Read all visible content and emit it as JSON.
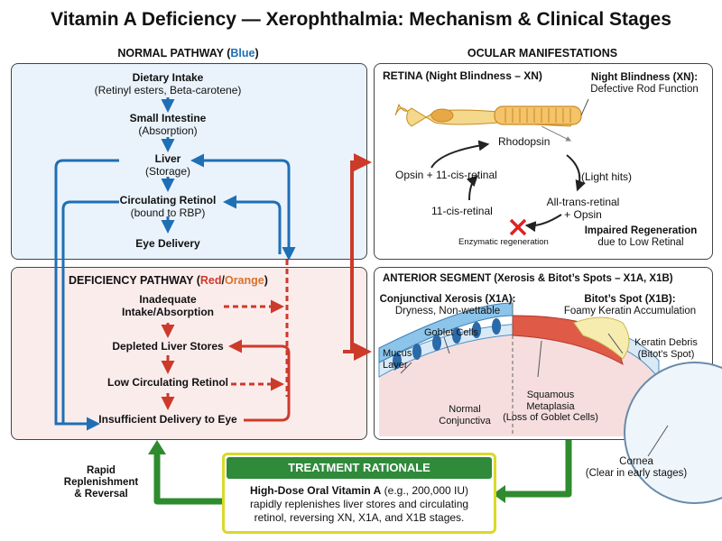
{
  "title": "Vitamin A Deficiency — Xerophthalmia: Mechanism & Clinical Stages",
  "normal": {
    "heading_prefix": "NORMAL PATHWAY (",
    "heading_color_word": "Blue",
    "heading_suffix": ")",
    "steps": [
      {
        "title": "Dietary Intake",
        "sub": "(Retinyl esters, Beta-carotene)"
      },
      {
        "title": "Small Intestine",
        "sub": "(Absorption)"
      },
      {
        "title": "Liver",
        "sub": "(Storage)"
      },
      {
        "title": "Circulating Retinol",
        "sub": "(bound to RBP)"
      },
      {
        "title": "Eye Delivery",
        "sub": ""
      }
    ]
  },
  "deficiency": {
    "heading_prefix": "DEFICIENCY PATHWAY (",
    "heading_red": "Red",
    "heading_sep": "/",
    "heading_orange": "Orange",
    "heading_suffix": ")",
    "steps": [
      {
        "line1": "Inadequate",
        "line2": "Intake/Absorption"
      },
      {
        "line1": "Depleted Liver Stores",
        "line2": ""
      },
      {
        "line1": "Low Circulating Retinol",
        "line2": ""
      },
      {
        "line1": "Insufficient Delivery to Eye",
        "line2": ""
      }
    ]
  },
  "ocular": {
    "heading": "OCULAR MANIFESTATIONS",
    "retina": {
      "heading": "RETINA (Night Blindness – XN)",
      "nb_title": "Night Blindness (XN):",
      "nb_sub": "Defective Rod Function",
      "cycle": {
        "rhodopsin": "Rhodopsin",
        "opsin_cis": "Opsin + 11-cis-retinal",
        "light": "(Light hits)",
        "all_trans_1": "All-trans-retinal",
        "all_trans_2": "+ Opsin",
        "cis": "11-cis-retinal",
        "enzymatic": "Enzymatic regeneration"
      },
      "impaired_title": "Impaired Regeneration",
      "impaired_sub": "due to Low Retinal"
    },
    "anterior": {
      "heading": "ANTERIOR SEGMENT (Xerosis & Bitot’s Spots – X1A, X1B)",
      "x1a_title": "Conjunctival Xerosis (X1A):",
      "x1a_sub": "Dryness, Non-wettable",
      "x1b_title": "Bitot’s Spot (X1B):",
      "x1b_sub": "Foamy Keratin Accumulation",
      "goblet": "Goblet Cells",
      "mucus_1": "Mucus",
      "mucus_2": "Layer",
      "keratin_1": "Keratin Debris",
      "keratin_2": "(Bitot’s Spot)",
      "squamous_1": "Squamous",
      "squamous_2": "Metaplasia",
      "squamous_3": "(Loss of Goblet Cells)",
      "normal_1": "Normal",
      "normal_2": "Conjunctiva",
      "cornea_1": "Cornea",
      "cornea_2": "(Clear in early stages)"
    }
  },
  "treatment": {
    "heading": "TREATMENT RATIONALE",
    "bold": "High-Dose Oral Vitamin A",
    "rest1": " (e.g., 200,000 IU)",
    "line2": "rapidly replenishes liver stores and circulating",
    "line3": "retinol, reversing XN, X1A, and X1B stages."
  },
  "rapid": {
    "line1": "Rapid",
    "line2": "Replenishment",
    "line3": "& Reversal"
  },
  "colors": {
    "blue": "#1f6fb5",
    "red": "#cc3a2a",
    "orange": "#d9702a",
    "green": "#2e8b2e",
    "normal_bg": "#eaf3fb",
    "deficiency_bg": "#fbecec",
    "treatment_header": "#2f8a3a",
    "treatment_border": "#d9d92a"
  }
}
